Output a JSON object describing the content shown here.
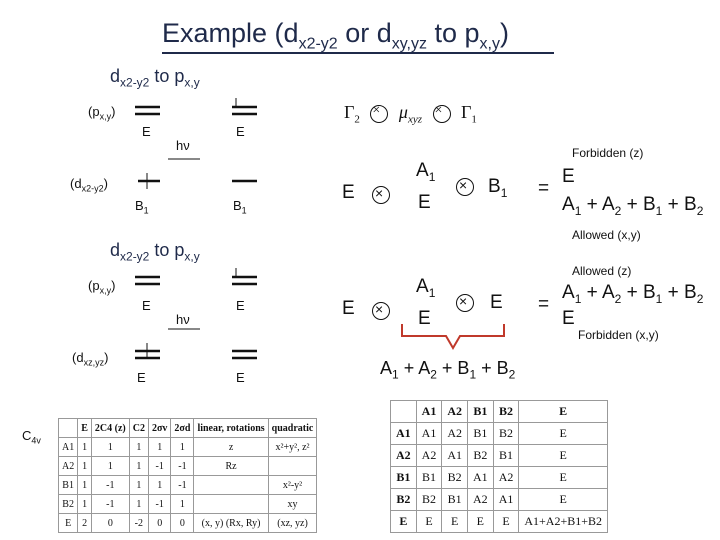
{
  "title": {
    "text_a": "Example (d",
    "sub1": "x2-y2",
    "text_b": " or d",
    "sub2": "xy,yz",
    "text_c": " to p",
    "sub3": "x,y",
    "text_d": ")"
  },
  "section1": {
    "heading": {
      "text": "d",
      "sub": "x2-y2",
      "mid": " to p",
      "sub2": "x,y"
    },
    "upper_label": {
      "text": "(p",
      "sub": "x,y",
      "end": ")"
    },
    "lower_label": {
      "text": "(d",
      "sub": "x2-y2",
      "end": ")"
    },
    "left_upper_sym": "E",
    "left_lower_sym": "B",
    "left_lower_sub": "1",
    "right_upper_sym": "E",
    "right_lower_sym": "B",
    "right_lower_sub": "1",
    "hv": "hν"
  },
  "section2": {
    "heading": {
      "text": "d",
      "sub": "x2-y2",
      "mid": " to p",
      "sub2": "x,y"
    },
    "upper_label": {
      "text": "(p",
      "sub": "x,y",
      "end": ")"
    },
    "lower_label": {
      "text": "(d",
      "sub": "xz,yz",
      "end": ")"
    },
    "left_upper_sym": "E",
    "left_lower_sym": "E",
    "right_upper_sym": "E",
    "right_lower_sym": "E",
    "hv": "hν"
  },
  "product_header": {
    "g2": "Γ",
    "g2_sub": "2",
    "mu": "μ",
    "mu_sub": "xyz",
    "g1": "Γ",
    "g1_sub": "1"
  },
  "row1": {
    "e": "E",
    "a1": "A",
    "a1_sub": "1",
    "e2": "E",
    "b1": "B",
    "b1_sub": "1",
    "forbidden": "Forbidden (z)",
    "res_e": "E",
    "res_sum": {
      "a": "A",
      "a_sub": "1",
      "p1": " + A",
      "b_sub": "2",
      "p2": " + B",
      "c_sub": "1",
      "p3": " + B",
      "d_sub": "2"
    },
    "allowed": "Allowed (x,y)"
  },
  "row2": {
    "e": "E",
    "a1": "A",
    "a1_sub": "1",
    "e2": "E",
    "e3": "E",
    "allowed": "Allowed (z)",
    "res_sum": {
      "a": "A",
      "a_sub": "1",
      "p1": " + A",
      "b_sub": "2",
      "p2": " + B",
      "c_sub": "1",
      "p3": " + B",
      "d_sub": "2"
    },
    "res_e": "E",
    "forbidden": "Forbidden (x,y)",
    "brace_text": {
      "a": "A",
      "a_sub": "1",
      "p1": " + A",
      "b_sub": "2",
      "p2": " + B",
      "c_sub": "1",
      "p3": " + B",
      "d_sub": "2"
    }
  },
  "equals": "=",
  "c4v_label": {
    "text": "C",
    "sub": "4v"
  },
  "char_table": {
    "headers": [
      "E",
      "2C4 (z)",
      "C2",
      "2σv",
      "2σd",
      "linear, rotations",
      "quadratic"
    ],
    "rows": [
      [
        "A1",
        "1",
        "1",
        "1",
        "1",
        "1",
        "z",
        "x²+y², z²"
      ],
      [
        "A2",
        "1",
        "1",
        "1",
        "-1",
        "-1",
        "Rz",
        ""
      ],
      [
        "B1",
        "1",
        "-1",
        "1",
        "1",
        "-1",
        "",
        "x²-y²"
      ],
      [
        "B2",
        "1",
        "-1",
        "1",
        "-1",
        "1",
        "",
        "xy"
      ],
      [
        "E",
        "2",
        "0",
        "-2",
        "0",
        "0",
        "(x, y) (Rx, Ry)",
        "(xz, yz)"
      ]
    ]
  },
  "product_table": {
    "headers": [
      "",
      "A1",
      "A2",
      "B1",
      "B2",
      "E"
    ],
    "rows": [
      [
        "A1",
        "A1",
        "A2",
        "B1",
        "B2",
        "E"
      ],
      [
        "A2",
        "A2",
        "A1",
        "B2",
        "B1",
        "E"
      ],
      [
        "B1",
        "B1",
        "B2",
        "A1",
        "A2",
        "E"
      ],
      [
        "B2",
        "B2",
        "B1",
        "A2",
        "A1",
        "E"
      ],
      [
        "E",
        "E",
        "E",
        "E",
        "E",
        "A1+A2+B1+B2"
      ]
    ]
  },
  "colors": {
    "title": "#1f2a4a",
    "brace": "#c0392b",
    "line": "#111111"
  }
}
